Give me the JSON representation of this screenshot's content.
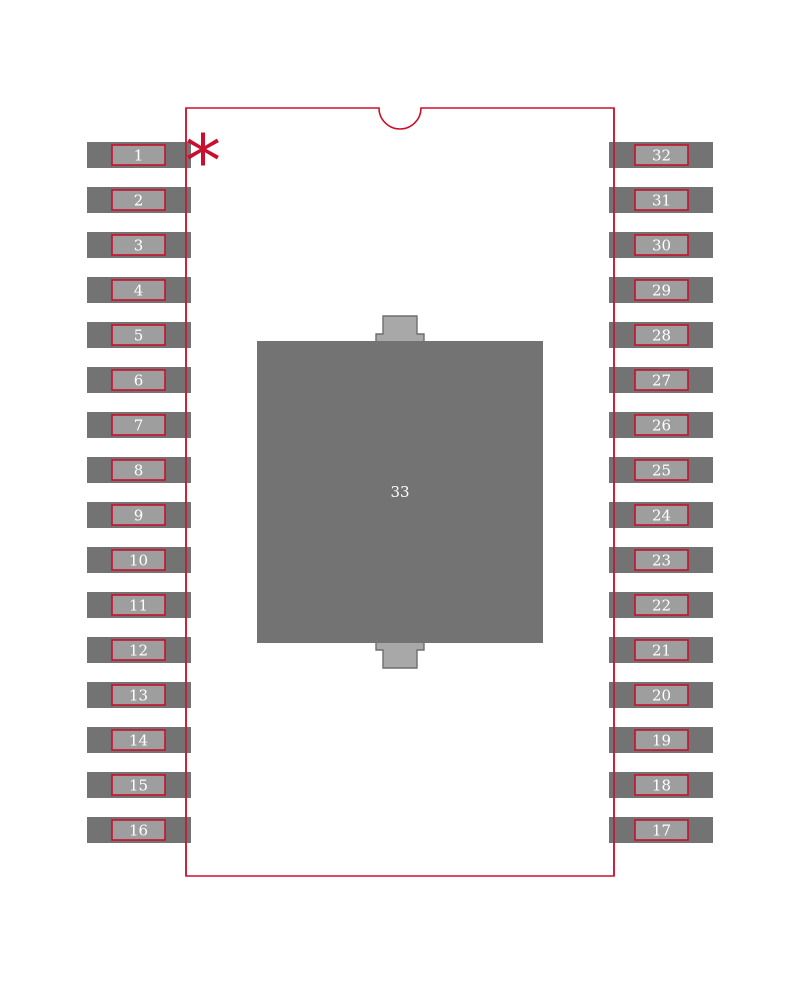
{
  "colors": {
    "outline": "#C8102E",
    "pad": "#737373",
    "pad_inner": "#9E9E9E",
    "tab": "#A8A8A8",
    "label": "#FFFFFF",
    "background": "#FFFFFF"
  },
  "pin1_marker": "*",
  "left_pins": [
    "1",
    "2",
    "3",
    "4",
    "5",
    "6",
    "7",
    "8",
    "9",
    "10",
    "11",
    "12",
    "13",
    "14",
    "15",
    "16"
  ],
  "right_pins": [
    "32",
    "31",
    "30",
    "29",
    "28",
    "27",
    "26",
    "25",
    "24",
    "23",
    "22",
    "21",
    "20",
    "19",
    "18",
    "17"
  ],
  "thermal_pad": {
    "label": "33"
  }
}
